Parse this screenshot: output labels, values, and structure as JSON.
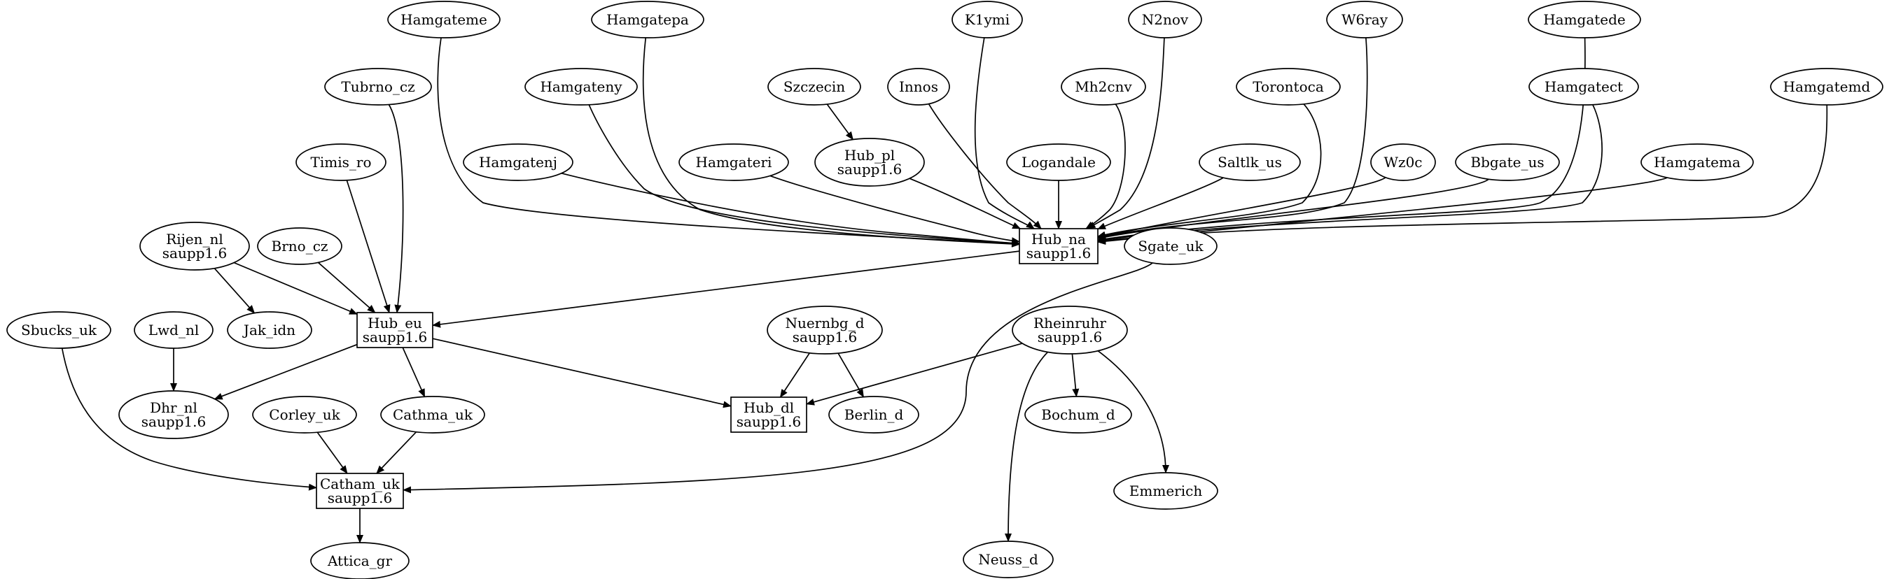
{
  "graph": {
    "nodes": [
      {
        "id": "hamgateme",
        "lines": [
          "Hamgateme"
        ],
        "shape": "ellipse"
      },
      {
        "id": "hamgatepa",
        "lines": [
          "Hamgatepa"
        ],
        "shape": "ellipse"
      },
      {
        "id": "k1ymi",
        "lines": [
          "K1ymi"
        ],
        "shape": "ellipse"
      },
      {
        "id": "n2nov",
        "lines": [
          "N2nov"
        ],
        "shape": "ellipse"
      },
      {
        "id": "w6ray",
        "lines": [
          "W6ray"
        ],
        "shape": "ellipse"
      },
      {
        "id": "hamgatede",
        "lines": [
          "Hamgatede"
        ],
        "shape": "ellipse"
      },
      {
        "id": "tubrno_cz",
        "lines": [
          "Tubrno_cz"
        ],
        "shape": "ellipse"
      },
      {
        "id": "hamgateny",
        "lines": [
          "Hamgateny"
        ],
        "shape": "ellipse"
      },
      {
        "id": "szczecin",
        "lines": [
          "Szczecin"
        ],
        "shape": "ellipse"
      },
      {
        "id": "innos",
        "lines": [
          "Innos"
        ],
        "shape": "ellipse"
      },
      {
        "id": "mh2cnv",
        "lines": [
          "Mh2cnv"
        ],
        "shape": "ellipse"
      },
      {
        "id": "torontoca",
        "lines": [
          "Torontoca"
        ],
        "shape": "ellipse"
      },
      {
        "id": "hamgatect",
        "lines": [
          "Hamgatect"
        ],
        "shape": "ellipse"
      },
      {
        "id": "hamgatemd",
        "lines": [
          "Hamgatemd"
        ],
        "shape": "ellipse"
      },
      {
        "id": "timis_ro",
        "lines": [
          "Timis_ro"
        ],
        "shape": "ellipse"
      },
      {
        "id": "hamgatenj",
        "lines": [
          "Hamgatenj"
        ],
        "shape": "ellipse"
      },
      {
        "id": "hamgateri",
        "lines": [
          "Hamgateri"
        ],
        "shape": "ellipse"
      },
      {
        "id": "hub_pl",
        "lines": [
          "Hub_pl",
          "saupp1.6"
        ],
        "shape": "ellipse"
      },
      {
        "id": "logandale",
        "lines": [
          "Logandale"
        ],
        "shape": "ellipse"
      },
      {
        "id": "saltlk_us",
        "lines": [
          "Saltlk_us"
        ],
        "shape": "ellipse"
      },
      {
        "id": "wz0c",
        "lines": [
          "Wz0c"
        ],
        "shape": "ellipse"
      },
      {
        "id": "bbgate_us",
        "lines": [
          "Bbgate_us"
        ],
        "shape": "ellipse"
      },
      {
        "id": "hamgatema",
        "lines": [
          "Hamgatema"
        ],
        "shape": "ellipse"
      },
      {
        "id": "rijen_nl",
        "lines": [
          "Rijen_nl",
          "saupp1.6"
        ],
        "shape": "ellipse"
      },
      {
        "id": "brno_cz",
        "lines": [
          "Brno_cz"
        ],
        "shape": "ellipse"
      },
      {
        "id": "hub_na",
        "lines": [
          "Hub_na",
          "saupp1.6"
        ],
        "shape": "box"
      },
      {
        "id": "sgate_uk",
        "lines": [
          "Sgate_uk"
        ],
        "shape": "ellipse"
      },
      {
        "id": "sbucks_uk",
        "lines": [
          "Sbucks_uk"
        ],
        "shape": "ellipse"
      },
      {
        "id": "lwd_nl",
        "lines": [
          "Lwd_nl"
        ],
        "shape": "ellipse"
      },
      {
        "id": "jak_idn",
        "lines": [
          "Jak_idn"
        ],
        "shape": "ellipse"
      },
      {
        "id": "hub_eu",
        "lines": [
          "Hub_eu",
          "saupp1.6"
        ],
        "shape": "box"
      },
      {
        "id": "nuernbg_d",
        "lines": [
          "Nuernbg_d",
          "saupp1.6"
        ],
        "shape": "ellipse"
      },
      {
        "id": "rheinruhr",
        "lines": [
          "Rheinruhr",
          "saupp1.6"
        ],
        "shape": "ellipse"
      },
      {
        "id": "dhr_nl",
        "lines": [
          "Dhr_nl",
          "saupp1.6"
        ],
        "shape": "ellipse"
      },
      {
        "id": "corley_uk",
        "lines": [
          "Corley_uk"
        ],
        "shape": "ellipse"
      },
      {
        "id": "cathma_uk",
        "lines": [
          "Cathma_uk"
        ],
        "shape": "ellipse"
      },
      {
        "id": "hub_dl",
        "lines": [
          "Hub_dl",
          "saupp1.6"
        ],
        "shape": "box"
      },
      {
        "id": "berlin_d",
        "lines": [
          "Berlin_d"
        ],
        "shape": "ellipse"
      },
      {
        "id": "bochum_d",
        "lines": [
          "Bochum_d"
        ],
        "shape": "ellipse"
      },
      {
        "id": "emmerich",
        "lines": [
          "Emmerich"
        ],
        "shape": "ellipse"
      },
      {
        "id": "catham_uk",
        "lines": [
          "Catham_uk",
          "saupp1.6"
        ],
        "shape": "box"
      },
      {
        "id": "attica_gr",
        "lines": [
          "Attica_gr"
        ],
        "shape": "ellipse"
      },
      {
        "id": "neuss_d",
        "lines": [
          "Neuss_d"
        ],
        "shape": "ellipse"
      }
    ],
    "edges": [
      {
        "from": "hamgateme",
        "to": "hub_na"
      },
      {
        "from": "hamgatepa",
        "to": "hub_na"
      },
      {
        "from": "k1ymi",
        "to": "hub_na"
      },
      {
        "from": "n2nov",
        "to": "hub_na"
      },
      {
        "from": "w6ray",
        "to": "hub_na"
      },
      {
        "from": "hamgatede",
        "to": "hub_na"
      },
      {
        "from": "hamgateny",
        "to": "hub_na"
      },
      {
        "from": "innos",
        "to": "hub_na"
      },
      {
        "from": "mh2cnv",
        "to": "hub_na"
      },
      {
        "from": "torontoca",
        "to": "hub_na"
      },
      {
        "from": "hamgatect",
        "to": "hub_na"
      },
      {
        "from": "hamgatemd",
        "to": "hub_na"
      },
      {
        "from": "hamgatenj",
        "to": "hub_na"
      },
      {
        "from": "hamgateri",
        "to": "hub_na"
      },
      {
        "from": "hub_pl",
        "to": "hub_na"
      },
      {
        "from": "logandale",
        "to": "hub_na"
      },
      {
        "from": "saltlk_us",
        "to": "hub_na"
      },
      {
        "from": "wz0c",
        "to": "hub_na"
      },
      {
        "from": "bbgate_us",
        "to": "hub_na"
      },
      {
        "from": "hamgatema",
        "to": "hub_na"
      },
      {
        "from": "szczecin",
        "to": "hub_pl"
      },
      {
        "from": "tubrno_cz",
        "to": "hub_eu"
      },
      {
        "from": "timis_ro",
        "to": "hub_eu"
      },
      {
        "from": "rijen_nl",
        "to": "hub_eu"
      },
      {
        "from": "brno_cz",
        "to": "hub_eu"
      },
      {
        "from": "hub_na",
        "to": "hub_eu"
      },
      {
        "from": "rijen_nl",
        "to": "jak_idn"
      },
      {
        "from": "lwd_nl",
        "to": "dhr_nl"
      },
      {
        "from": "hub_eu",
        "to": "dhr_nl"
      },
      {
        "from": "hub_eu",
        "to": "cathma_uk"
      },
      {
        "from": "hub_eu",
        "to": "hub_dl"
      },
      {
        "from": "nuernbg_d",
        "to": "hub_dl"
      },
      {
        "from": "rheinruhr",
        "to": "hub_dl"
      },
      {
        "from": "nuernbg_d",
        "to": "berlin_d"
      },
      {
        "from": "rheinruhr",
        "to": "bochum_d"
      },
      {
        "from": "rheinruhr",
        "to": "emmerich"
      },
      {
        "from": "rheinruhr",
        "to": "neuss_d"
      },
      {
        "from": "sgate_uk",
        "to": "catham_uk"
      },
      {
        "from": "sbucks_uk",
        "to": "catham_uk"
      },
      {
        "from": "corley_uk",
        "to": "catham_uk"
      },
      {
        "from": "cathma_uk",
        "to": "catham_uk"
      },
      {
        "from": "catham_uk",
        "to": "attica_gr"
      }
    ]
  }
}
